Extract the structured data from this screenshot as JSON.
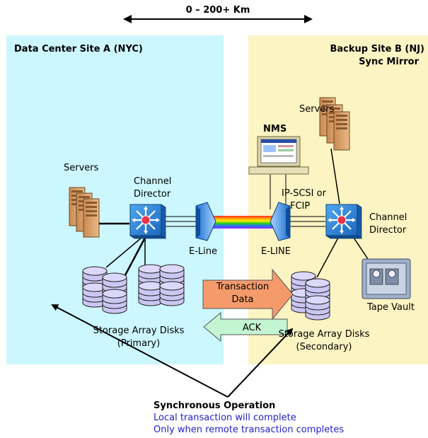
{
  "distance_label": "0 – 200+ Km",
  "site_a": {
    "title": "Data Center Site A (NYC)"
  },
  "site_b": {
    "title_line1": "Backup Site B (NJ)",
    "title_line2": "Sync Mirror"
  },
  "labels": {
    "servers_left": "Servers",
    "servers_right": "Servers",
    "nms": "NMS",
    "channel_director_left_1": "Channel",
    "channel_director_left_2": "Director",
    "channel_director_right_1": "Channel",
    "channel_director_right_2": "Director",
    "ipscsi_1": "IP-SCSI or",
    "ipscsi_2": "FCIP",
    "eline_left": "E-Line",
    "eline_right": "E-LINE",
    "transaction_1": "Transaction",
    "transaction_2": "Data",
    "ack": "ACK",
    "tape_vault": "Tape Vault",
    "storage_left_1": "Storage Array Disks",
    "storage_left_2": "(Primary)",
    "storage_right_1": "Storage Array Disks",
    "storage_right_2": "(Secondary)"
  },
  "caption": {
    "title": "Synchronous Operation",
    "line1": "Local transaction will complete",
    "line2": "Only when remote transaction completes"
  },
  "colors": {
    "site_a_bg": "#ccf7ff",
    "site_b_bg": "#fdf4c3",
    "transaction_arrow": "#f59a6a",
    "ack_arrow": "#c4f5d2",
    "device_blue": "#2a86d6",
    "disk_purple": "#cbc6f2",
    "server_tan": "#d9a26c",
    "caption_blue": "#2222cc"
  }
}
